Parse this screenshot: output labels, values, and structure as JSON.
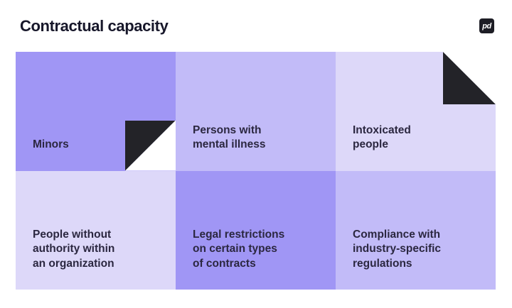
{
  "page": {
    "title": "Contractual capacity",
    "background": "#ffffff"
  },
  "logo": {
    "label": "pd",
    "background": "#1d1d25",
    "color": "#ffffff"
  },
  "colors": {
    "cell_medium": "#a096f5",
    "cell_medium_light": "#c2bbf8",
    "cell_light": "#ddd8f9",
    "fold_black": "#232328",
    "cell_text": "#2b2740",
    "title_text": "#17172a"
  },
  "grid": {
    "cells": [
      {
        "label": "Minors",
        "tone": "cell_medium",
        "fold": "bottom-right"
      },
      {
        "label": "Persons with\nmental illness",
        "tone": "cell_medium_light",
        "fold": ""
      },
      {
        "label": "Intoxicated\npeople",
        "tone": "cell_light",
        "fold": "top-right"
      },
      {
        "label": "People without\nauthority within\nan organization",
        "tone": "cell_light",
        "fold": ""
      },
      {
        "label": "Legal restrictions\non certain types\nof contracts",
        "tone": "cell_medium",
        "fold": ""
      },
      {
        "label": "Compliance with\nindustry-specific\nregulations",
        "tone": "cell_medium_light",
        "fold": ""
      }
    ]
  }
}
